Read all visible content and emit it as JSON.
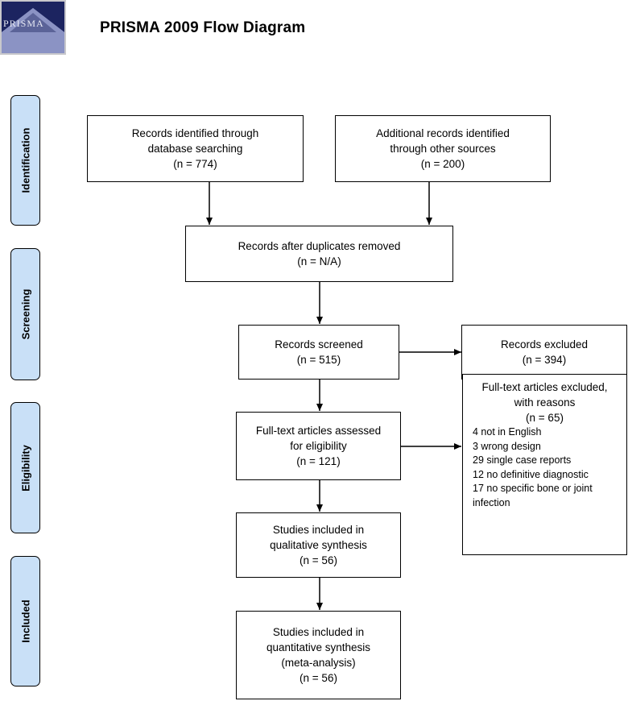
{
  "title": "PRISMA 2009 Flow Diagram",
  "logo": {
    "text": "PRISMA",
    "colors": {
      "dark": "#1c2460",
      "light": "#9ea6cc",
      "frame": "#c8c8cc"
    }
  },
  "stages": [
    "Identification",
    "Screening",
    "Eligibility",
    "Included"
  ],
  "boxes": {
    "db_search": [
      "Records identified through",
      "database searching",
      "(n = 774)"
    ],
    "other_sources": [
      "Additional records identified",
      "through other sources",
      "(n = 200)"
    ],
    "dedup": [
      "Records after duplicates removed",
      "(n = N/A)"
    ],
    "screened": [
      "Records screened",
      "(n = 515)"
    ],
    "excluded": [
      "Records excluded",
      "(n = 394)"
    ],
    "fulltext": [
      "Full-text articles assessed",
      "for eligibility",
      "(n = 121)"
    ],
    "fulltext_excluded": {
      "header": [
        "Full-text articles excluded,",
        "with reasons",
        "(n = 65)"
      ],
      "reasons": [
        "4 not in English",
        "3 wrong design",
        "29 single case reports",
        "12 no definitive diagnostic",
        "17 no specific bone or joint infection"
      ]
    },
    "qualitative": [
      "Studies included in",
      "qualitative synthesis",
      "(n = 56)"
    ],
    "quantitative": [
      "Studies included in",
      "quantitative synthesis",
      "(meta-analysis)",
      "(n = 56)"
    ]
  },
  "colors": {
    "stage_fill": "#c9e0f7",
    "border": "#000000"
  }
}
